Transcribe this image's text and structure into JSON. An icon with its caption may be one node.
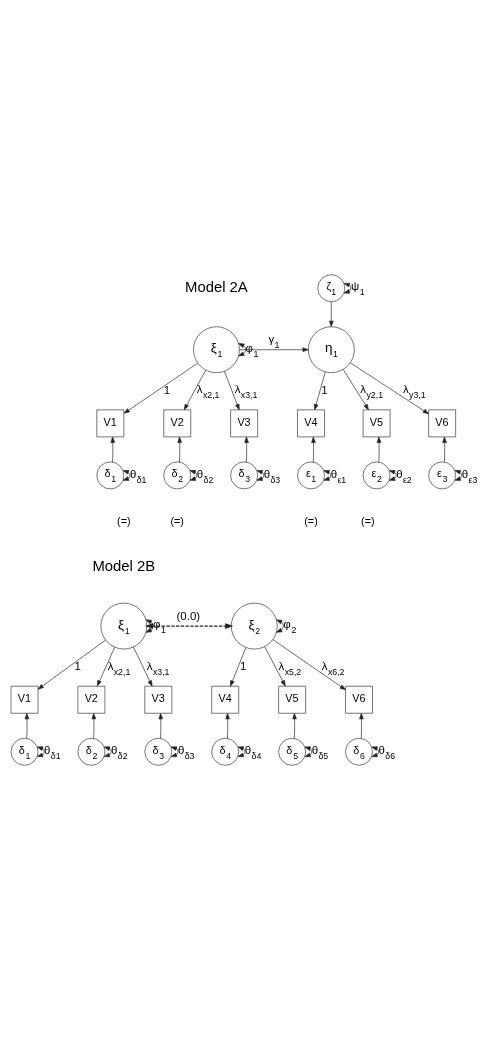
{
  "diagram": {
    "nodes": [
      {
        "text": [
          "ξ$_{1}$"
        ]
      },
      {
        "text": [
          "η$_{1}$"
        ]
      },
      {
        "text": [
          "ζ$_{1}$"
        ]
      },
      {
        "text": [
          "V1"
        ]
      },
      {
        "text": [
          "V2"
        ]
      },
      {
        "text": [
          "V3"
        ]
      },
      {
        "text": [
          "V4"
        ]
      },
      {
        "text": [
          "V5"
        ]
      },
      {
        "text": [
          "V6"
        ]
      },
      {
        "text": [
          "δ$_{1}$"
        ]
      },
      {
        "text": [
          "δ$_{2}$"
        ]
      },
      {
        "text": [
          "δ$_{3}$"
        ]
      },
      {
        "text": [
          "ε$_{1}$"
        ]
      },
      {
        "text": [
          "ε$_{2}$"
        ]
      },
      {
        "text": [
          "ε$_{3}$"
        ]
      },
      {
        "text": [
          "ξ$_{1}$"
        ]
      },
      {
        "text": [
          "ξ$_{2}$"
        ]
      },
      {
        "text": [
          "V1"
        ]
      },
      {
        "text": [
          "V2"
        ]
      },
      {
        "text": [
          "V3"
        ]
      },
      {
        "text": [
          "V4"
        ]
      },
      {
        "text": [
          "V5"
        ]
      },
      {
        "text": [
          "V6"
        ]
      },
      {
        "text": [
          "δ$_{1}$"
        ]
      },
      {
        "text": [
          "δ$_{2}$"
        ]
      },
      {
        "text": [
          "δ$_{3}$"
        ]
      },
      {
        "text": [
          "δ$_{4}$"
        ]
      },
      {
        "text": [
          "δ$_{5}$"
        ]
      },
      {
        "text": [
          "δ$_{6}$"
        ]
      }
    ],
    "edges": [
      {
        "from": 0,
        "to": 0,
        "arrow": "both",
        "label": "φ$_{1}$"
      },
      {
        "from": 2,
        "to": 2,
        "arrow": "both",
        "label": "ψ$_{1}$"
      },
      {
        "from": 2,
        "to": 1,
        "arrow": "to"
      },
      {
        "from": 0,
        "to": 1,
        "arrow": "to",
        "label": "γ$_{1}$"
      },
      {
        "from": 0,
        "to": 3,
        "arrow": "to",
        "label": "1"
      },
      {
        "from": 0,
        "to": 4,
        "arrow": "to",
        "label": "λ$_{x2,1}$"
      },
      {
        "from": 0,
        "to": 5,
        "arrow": "to",
        "label": "λ$_{x3,1}$"
      },
      {
        "from": 1,
        "to": 6,
        "arrow": "to",
        "label": "1"
      },
      {
        "from": 1,
        "to": 7,
        "arrow": "to",
        "label": "λ$_{y2,1}$"
      },
      {
        "from": 1,
        "to": 8,
        "arrow": "to",
        "label": "λ$_{y3,1}$"
      },
      {
        "from": 9,
        "to": 3,
        "arrow": "to"
      },
      {
        "from": 10,
        "to": 4,
        "arrow": "to"
      },
      {
        "from": 11,
        "to": 5,
        "arrow": "to"
      },
      {
        "from": 12,
        "to": 6,
        "arrow": "to"
      },
      {
        "from": 13,
        "to": 7,
        "arrow": "to"
      },
      {
        "from": 14,
        "to": 8,
        "arrow": "to"
      },
      {
        "from": 9,
        "to": 9,
        "arrow": "both",
        "label": "θ$_{δ1}$"
      },
      {
        "from": 10,
        "to": 10,
        "arrow": "both",
        "label": "θ$_{δ2}$"
      },
      {
        "from": 11,
        "to": 11,
        "arrow": "both",
        "label": "θ$_{δ3}$"
      },
      {
        "from": 12,
        "to": 12,
        "arrow": "both",
        "label": "θ$_{ε1}$"
      },
      {
        "from": 13,
        "to": 13,
        "arrow": "both",
        "label": "θ$_{ε2}$"
      },
      {
        "from": 14,
        "to": 14,
        "arrow": "both",
        "label": "θ$_{ε3}$"
      },
      {
        "from": 15,
        "to": 15,
        "arrow": "both",
        "label": "φ$_{1}$"
      },
      {
        "from": 16,
        "to": 16,
        "arrow": "both",
        "label": "φ$_{2}$"
      },
      {
        "from": 15,
        "to": 16,
        "arrow": "both",
        "label": "(0.0)",
        "style": "dashed"
      },
      {
        "from": 15,
        "to": 17,
        "arrow": "to",
        "label": "1"
      },
      {
        "from": 15,
        "to": 18,
        "arrow": "to",
        "label": "λ$_{x2,1}$"
      },
      {
        "from": 15,
        "to": 19,
        "arrow": "to",
        "label": "λ$_{x3,1}$"
      },
      {
        "from": 16,
        "to": 20,
        "arrow": "to",
        "label": "1"
      },
      {
        "from": 16,
        "to": 21,
        "arrow": "to",
        "label": "λ$_{x5,2}$"
      },
      {
        "from": 16,
        "to": 22,
        "arrow": "to",
        "label": "λ$_{x6,2}$"
      },
      {
        "from": 23,
        "to": 17,
        "arrow": "to"
      },
      {
        "from": 24,
        "to": 18,
        "arrow": "to"
      },
      {
        "from": 25,
        "to": 19,
        "arrow": "to"
      },
      {
        "from": 26,
        "to": 20,
        "arrow": "to"
      },
      {
        "from": 27,
        "to": 21,
        "arrow": "to"
      },
      {
        "from": 28,
        "to": 22,
        "arrow": "to"
      },
      {
        "from": 23,
        "to": 23,
        "arrow": "both",
        "label": "θ$_{δ1}$"
      },
      {
        "from": 24,
        "to": 24,
        "arrow": "both",
        "label": "θ$_{δ2}$"
      },
      {
        "from": 25,
        "to": 25,
        "arrow": "both",
        "label": "θ$_{δ3}$"
      },
      {
        "from": 26,
        "to": 26,
        "arrow": "both",
        "label": "θ$_{δ4}$"
      },
      {
        "from": 27,
        "to": 27,
        "arrow": "both",
        "label": "θ$_{δ5}$"
      },
      {
        "from": 28,
        "to": 28,
        "arrow": "both",
        "label": "θ$_{δ6}$"
      }
    ],
    "labels": [
      "Model 2A",
      "(=)",
      "(=)",
      "(=)",
      "(=)",
      "Model 2B"
    ]
  }
}
